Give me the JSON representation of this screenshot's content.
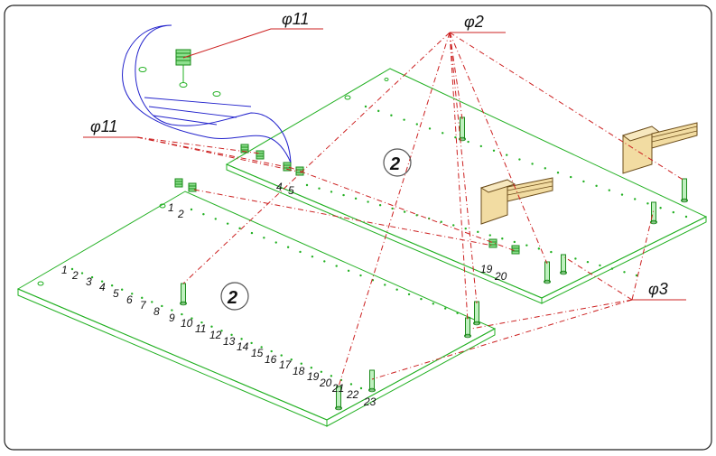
{
  "callouts": {
    "phi11_top": "φ11",
    "phi11_left": "φ11",
    "phi2": "φ2",
    "phi3": "φ3"
  },
  "panels": {
    "back_part_number": "2",
    "front_part_number": "2"
  },
  "back_panel_labels": [
    "4",
    "5",
    "19",
    "20"
  ],
  "front_panel_labels": [
    "1",
    "2",
    "1",
    "2",
    "3",
    "4",
    "5",
    "6",
    "7",
    "8",
    "9",
    "10",
    "11",
    "12",
    "13",
    "14",
    "15",
    "16",
    "17",
    "18",
    "19",
    "20",
    "21",
    "22",
    "23"
  ],
  "colors": {
    "frame": "#222222",
    "panel_outline": "#22b022",
    "leader_dashed": "#cc2020",
    "detail_circle": "#2222cc",
    "clamp_fill": "#f2dca2",
    "clamp_stroke": "#6b4c1a"
  }
}
